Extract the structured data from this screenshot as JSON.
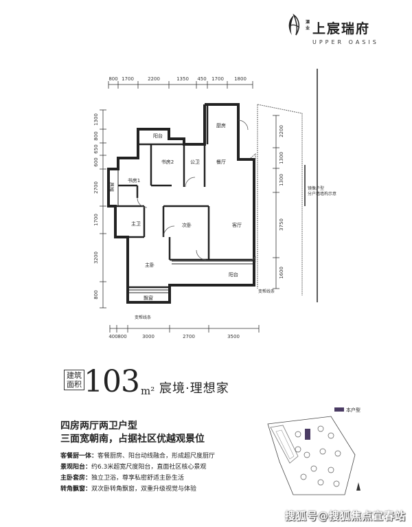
{
  "logo": {
    "sub_line1": "溧",
    "sub_line2": "业",
    "name": "上宸瑞府",
    "english": "UPPER OASIS"
  },
  "dimensions": {
    "top": [
      "800",
      "1700",
      "2200",
      "1350",
      "450",
      "1700",
      "1800"
    ],
    "bottom": [
      "400",
      "800",
      "3000",
      "2700",
      "3500"
    ],
    "left": [
      "1300",
      "800",
      "650",
      "600",
      "2700",
      "1700",
      "3200",
      "800"
    ],
    "right": [
      "2200",
      "1300",
      "1300",
      "3750",
      "1600"
    ]
  },
  "rooms": {
    "kitchen": "厨房",
    "balcony_top": "阳台",
    "study2": "书房2",
    "public_bath": "公卫",
    "dining": "餐厅",
    "bay_window_left": "飘窗",
    "study1": "书房1",
    "master_bath": "主卫",
    "second_bedroom": "次卧",
    "living": "客厅",
    "master_bedroom": "主卧",
    "balcony_living": "阳台",
    "bay_window_bottom": "飘窗"
  },
  "annotations": {
    "mirror_type_1": "镜像户型",
    "mirror_type_2": "分户墙墙构示意",
    "gradient_line_bottom": "变帮线条",
    "gradient_line_right": "变帮线条"
  },
  "area": {
    "tag_line1": "建筑",
    "tag_line2": "面积",
    "value": "103",
    "unit": "m²",
    "slogan": "宸境·理想家"
  },
  "headline": {
    "line1": "四房两厅两卫户型",
    "line2": "三面宽朝南，占据社区优越观景位"
  },
  "features": [
    {
      "label": "客餐厨一体：",
      "text": "客餐厨房、阳台动线融合，形成超尺度厨厅"
    },
    {
      "label": "景观阳台：",
      "text": "约6.3米超宽尺度阳台，直面社区核心景观"
    },
    {
      "label": "主卧套房：",
      "text": "独立卫浴，尊享私密舒适主卧生活"
    },
    {
      "label": "转角飘窗：",
      "text": "双次卧转角飘窗，双重升级视觉与体验"
    }
  ],
  "legend": {
    "label": "本户型",
    "color": "#4a3b63"
  },
  "watermark": "搜狐号@搜狐焦点宜春站"
}
